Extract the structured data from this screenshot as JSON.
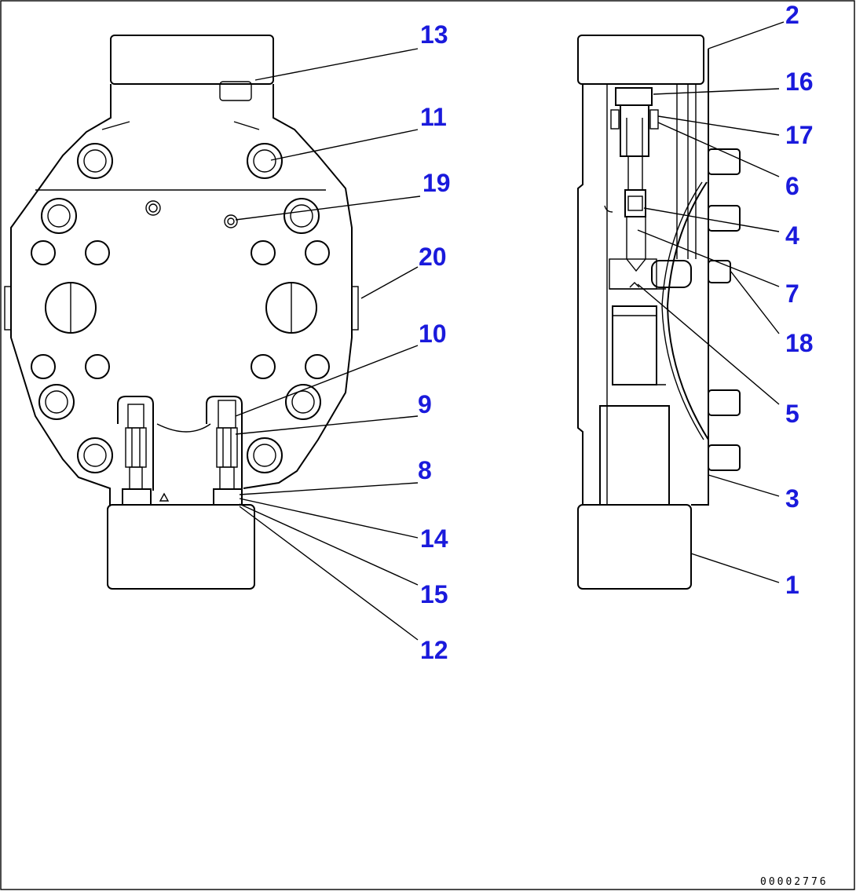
{
  "drawing_number": "00002776",
  "colors": {
    "callout": "#1a1adc",
    "line": "#000000",
    "background": "#ffffff"
  },
  "callouts": [
    {
      "id": "c1",
      "label": "1"
    },
    {
      "id": "c2",
      "label": "2"
    },
    {
      "id": "c3",
      "label": "3"
    },
    {
      "id": "c4",
      "label": "4"
    },
    {
      "id": "c5",
      "label": "5"
    },
    {
      "id": "c6",
      "label": "6"
    },
    {
      "id": "c7",
      "label": "7"
    },
    {
      "id": "c8",
      "label": "8"
    },
    {
      "id": "c9",
      "label": "9"
    },
    {
      "id": "c10",
      "label": "10"
    },
    {
      "id": "c11",
      "label": "11"
    },
    {
      "id": "c12",
      "label": "12"
    },
    {
      "id": "c13",
      "label": "13"
    },
    {
      "id": "c14",
      "label": "14"
    },
    {
      "id": "c15",
      "label": "15"
    },
    {
      "id": "c16",
      "label": "16"
    },
    {
      "id": "c17",
      "label": "17"
    },
    {
      "id": "c18",
      "label": "18"
    },
    {
      "id": "c19",
      "label": "19"
    },
    {
      "id": "c20",
      "label": "20"
    }
  ]
}
